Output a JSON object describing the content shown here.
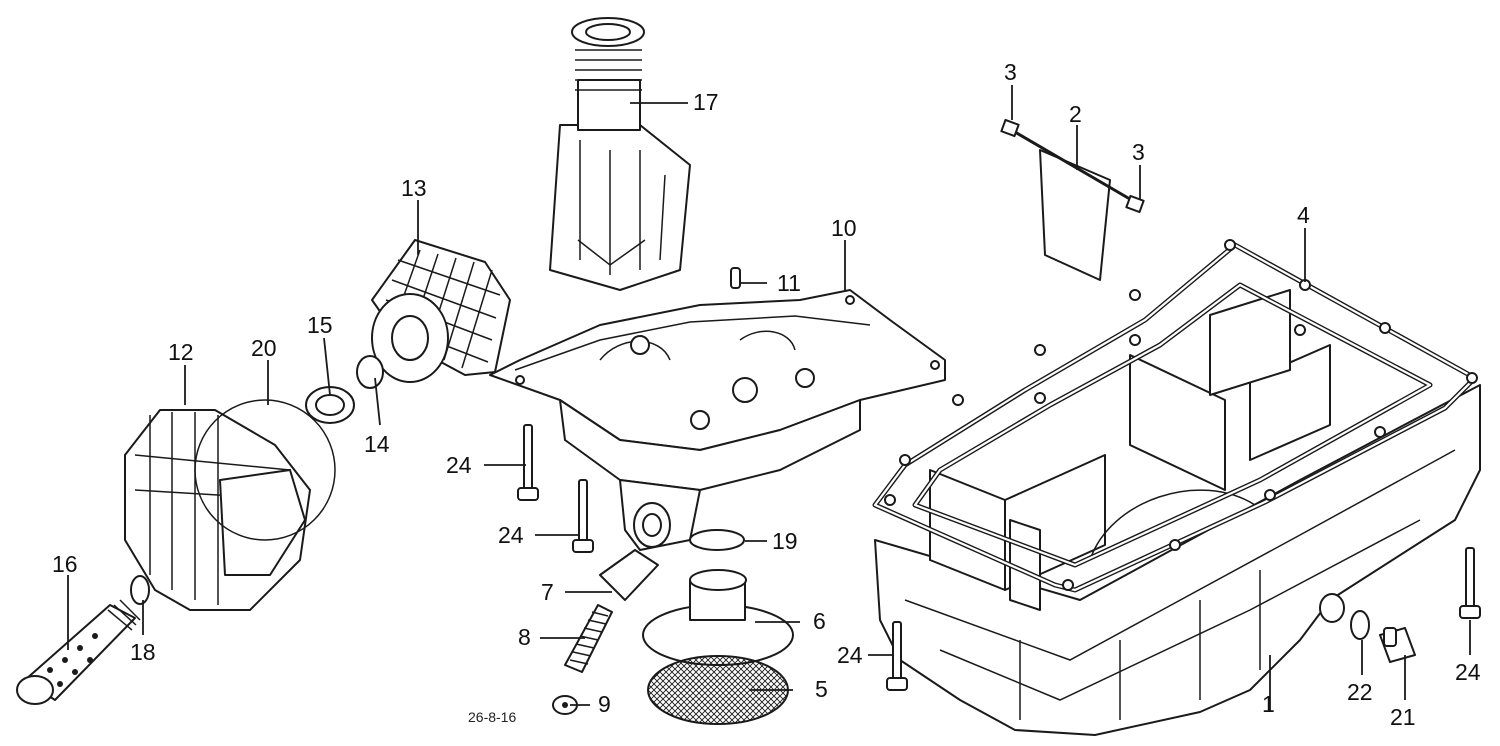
{
  "diagram": {
    "figure_ref": "26-8-16",
    "callouts": {
      "c1": "1",
      "c2": "2",
      "c3a": "3",
      "c3b": "3",
      "c4": "4",
      "c5": "5",
      "c6": "6",
      "c7": "7",
      "c8": "8",
      "c9": "9",
      "c10": "10",
      "c11": "11",
      "c12": "12",
      "c13": "13",
      "c14": "14",
      "c15": "15",
      "c16": "16",
      "c17": "17",
      "c18": "18",
      "c19": "19",
      "c20": "20",
      "c21": "21",
      "c22": "22",
      "c24a": "24",
      "c24b": "24",
      "c24c": "24",
      "c24d": "24"
    },
    "colors": {
      "line": "#1a1a1a",
      "paper": "#ffffff"
    }
  }
}
